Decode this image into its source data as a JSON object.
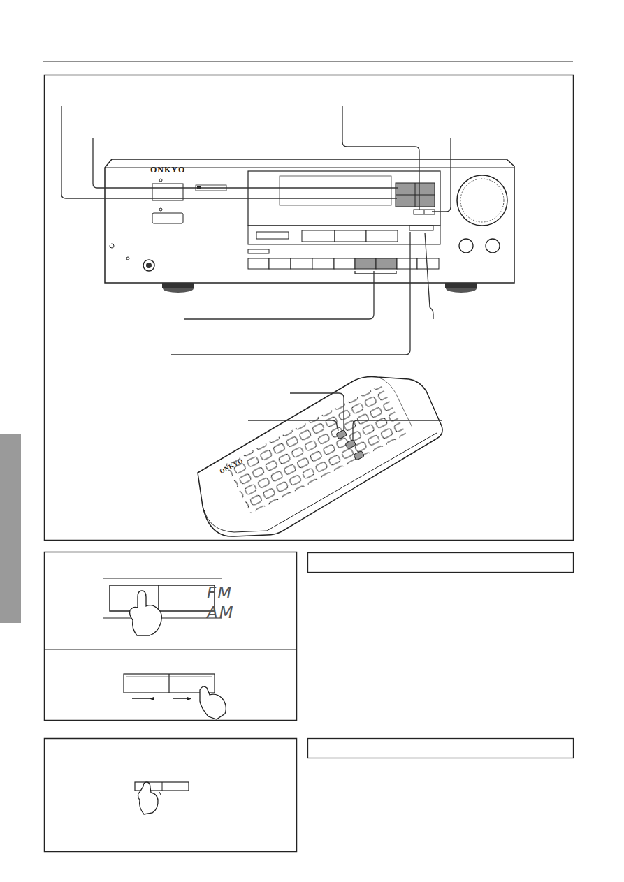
{
  "diagram": {
    "labels": [
      "ONKYO",
      "ONKYO",
      "FM",
      "AM"
    ]
  }
}
